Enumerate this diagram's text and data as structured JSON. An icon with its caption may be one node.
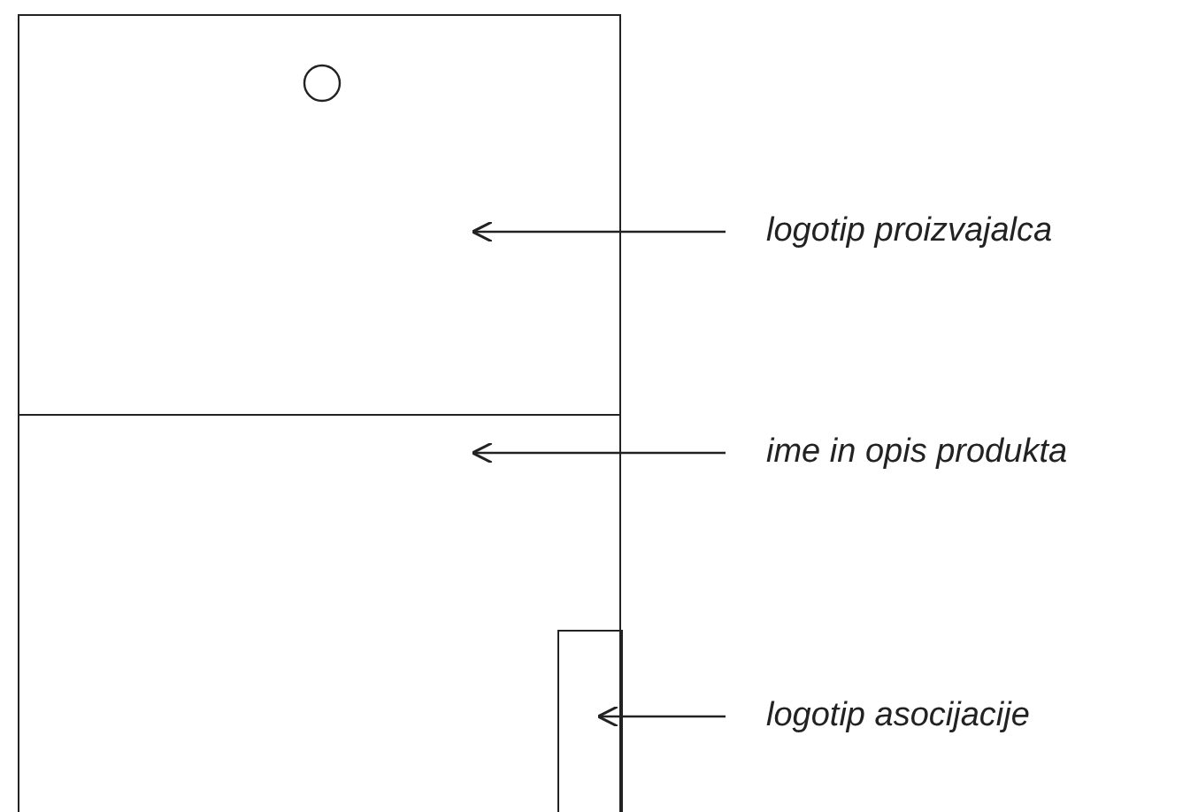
{
  "diagram": {
    "nodes": [
      {
        "text": [],
        "shape": "box"
      },
      {
        "text": [],
        "shape": "box"
      },
      {
        "text": [],
        "shape": "box",
        "in": 1
      },
      {
        "text": [
          "logotip proizvajalca"
        ]
      },
      {
        "text": [
          "ime in opis produkta"
        ]
      },
      {
        "text": [
          "logotip asocijacije"
        ]
      }
    ],
    "edges": [
      {
        "from": 3,
        "to": 0,
        "arrow": "to"
      },
      {
        "from": 4,
        "to": 1,
        "arrow": "to"
      },
      {
        "from": 5,
        "to": 2,
        "arrow": "to"
      }
    ]
  }
}
